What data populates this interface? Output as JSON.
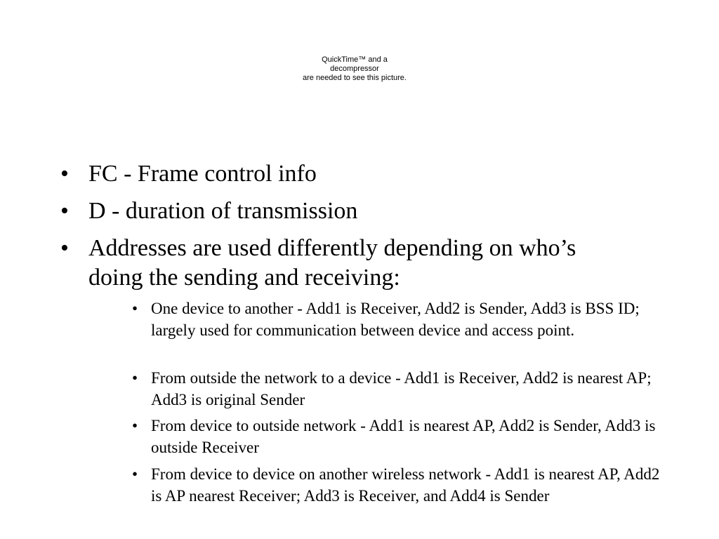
{
  "placeholder": {
    "lines": [
      "QuickTime™ and a",
      "decompressor",
      "are needed to see this picture."
    ]
  },
  "bullets": [
    {
      "marker": "•",
      "text": "FC - Frame control info"
    },
    {
      "marker": "•",
      "text": "D - duration of transmission"
    },
    {
      "marker": "•",
      "text": "Addresses are used differently depending on who’s doing the sending and receiving:"
    }
  ],
  "sub_bullets": [
    {
      "marker": "•",
      "text": "One device to another - Add1 is Receiver, Add2 is Sender, Add3 is BSS ID; largely used for communication between device and access point."
    },
    {
      "marker": "•",
      "text": "From outside the network to a device - Add1 is Receiver, Add2 is nearest AP; Add3 is original Sender"
    },
    {
      "marker": "•",
      "text": "From device to outside network - Add1 is nearest AP, Add2 is Sender, Add3 is outside Receiver"
    },
    {
      "marker": "•",
      "text": "From device to device on another wireless network - Add1 is nearest AP, Add2 is AP nearest Receiver; Add3 is Receiver, and Add4 is Sender"
    }
  ]
}
